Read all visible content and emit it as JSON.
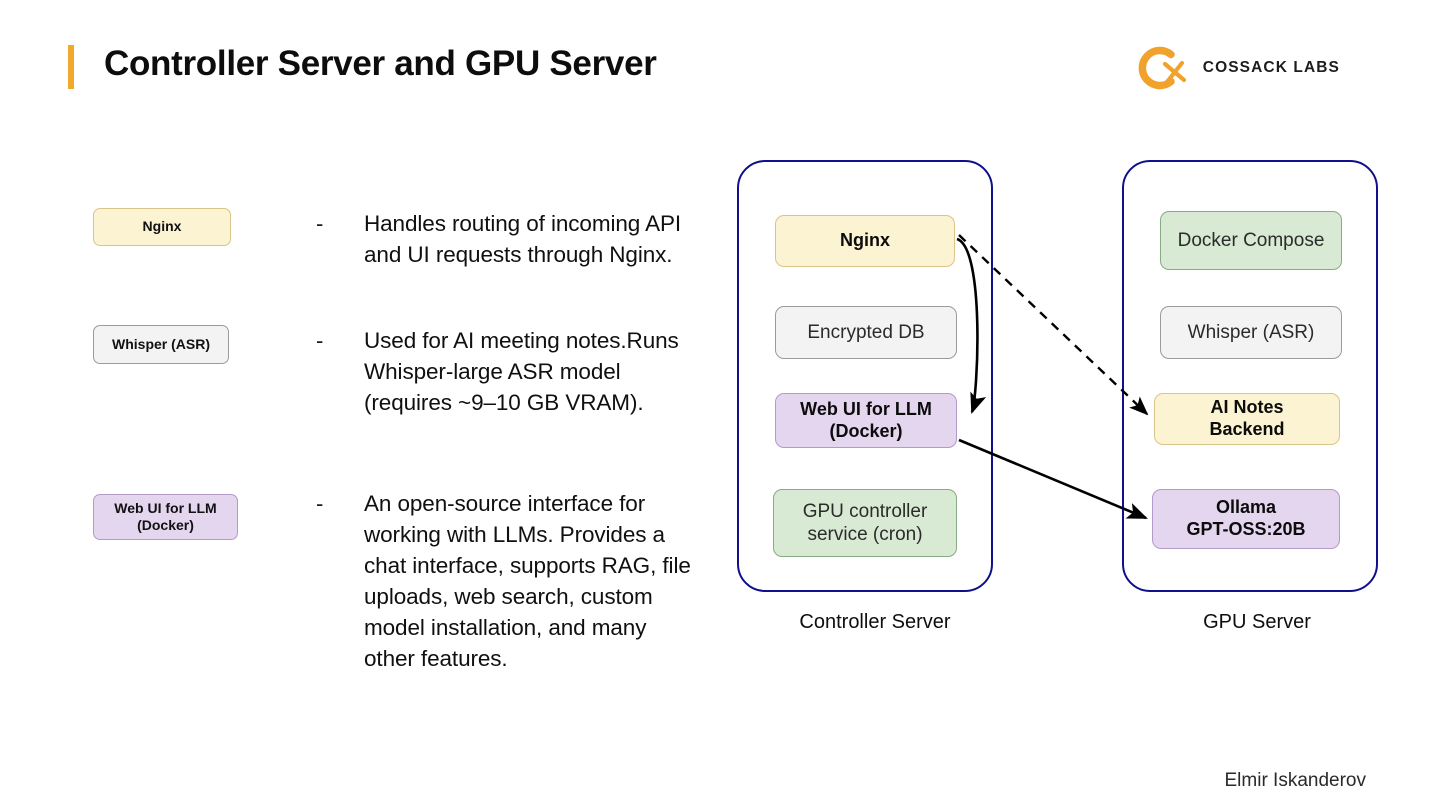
{
  "slide": {
    "title": "Controller Server and GPU Server",
    "author": "Elmir Iskanderov",
    "accent_color": "#f0a92c",
    "panel_border_color": "#10108c"
  },
  "brand": {
    "name": "COSSACK LABS",
    "mark_icon": "cossack-c-x-logo",
    "color": "#f0a22c"
  },
  "legend": [
    {
      "label": "Nginx",
      "style": "yellow",
      "icon": "legend-swatch"
    },
    {
      "label": "Whisper (ASR)",
      "style": "grey",
      "icon": "legend-swatch"
    },
    {
      "label": "Web UI for LLM (Docker)",
      "line1": "Web UI for LLM",
      "line2": "(Docker)",
      "style": "purple",
      "icon": "legend-swatch"
    }
  ],
  "bullets": [
    {
      "marker": "-",
      "text": "Handles routing of incoming API and UI requests through Nginx."
    },
    {
      "marker": "-",
      "text": "Used for AI meeting notes.Runs Whisper-large ASR model (requires ~9–10 GB VRAM)."
    },
    {
      "marker": "-",
      "text": "An open-source interface for working with LLMs. Provides a chat interface, supports RAG, file uploads, web search, custom model installation, and many other features."
    }
  ],
  "diagram": {
    "panels": [
      {
        "caption": "Controller Server",
        "nodes": [
          {
            "label": "Nginx",
            "style": "yellow",
            "weight": "bold"
          },
          {
            "label": "Encrypted DB",
            "style": "grey",
            "weight": "normal"
          },
          {
            "line1": "Web UI for LLM",
            "line2": "(Docker)",
            "style": "purple",
            "weight": "bold"
          },
          {
            "line1": "GPU controller",
            "line2": "service (cron)",
            "style": "green",
            "weight": "normal"
          }
        ]
      },
      {
        "caption": "GPU Server",
        "nodes": [
          {
            "label": "Docker Compose",
            "style": "green",
            "weight": "normal"
          },
          {
            "label": "Whisper (ASR)",
            "style": "grey",
            "weight": "normal"
          },
          {
            "line1": "AI Notes",
            "line2": "Backend",
            "style": "yellow",
            "weight": "bold"
          },
          {
            "line1": "Ollama",
            "line2": "GPT-OSS:20B",
            "style": "purple",
            "weight": "bold"
          }
        ]
      }
    ],
    "connectors": [
      {
        "from": "Nginx",
        "to": "Web UI for LLM (Docker)",
        "line": "solid-curved",
        "arrow": "end"
      },
      {
        "from": "Nginx",
        "to": "AI Notes Backend",
        "line": "dashed",
        "arrow": "end"
      },
      {
        "from": "Web UI for LLM (Docker)",
        "to": "Ollama GPT-OSS:20B",
        "line": "solid",
        "arrow": "end"
      }
    ]
  }
}
